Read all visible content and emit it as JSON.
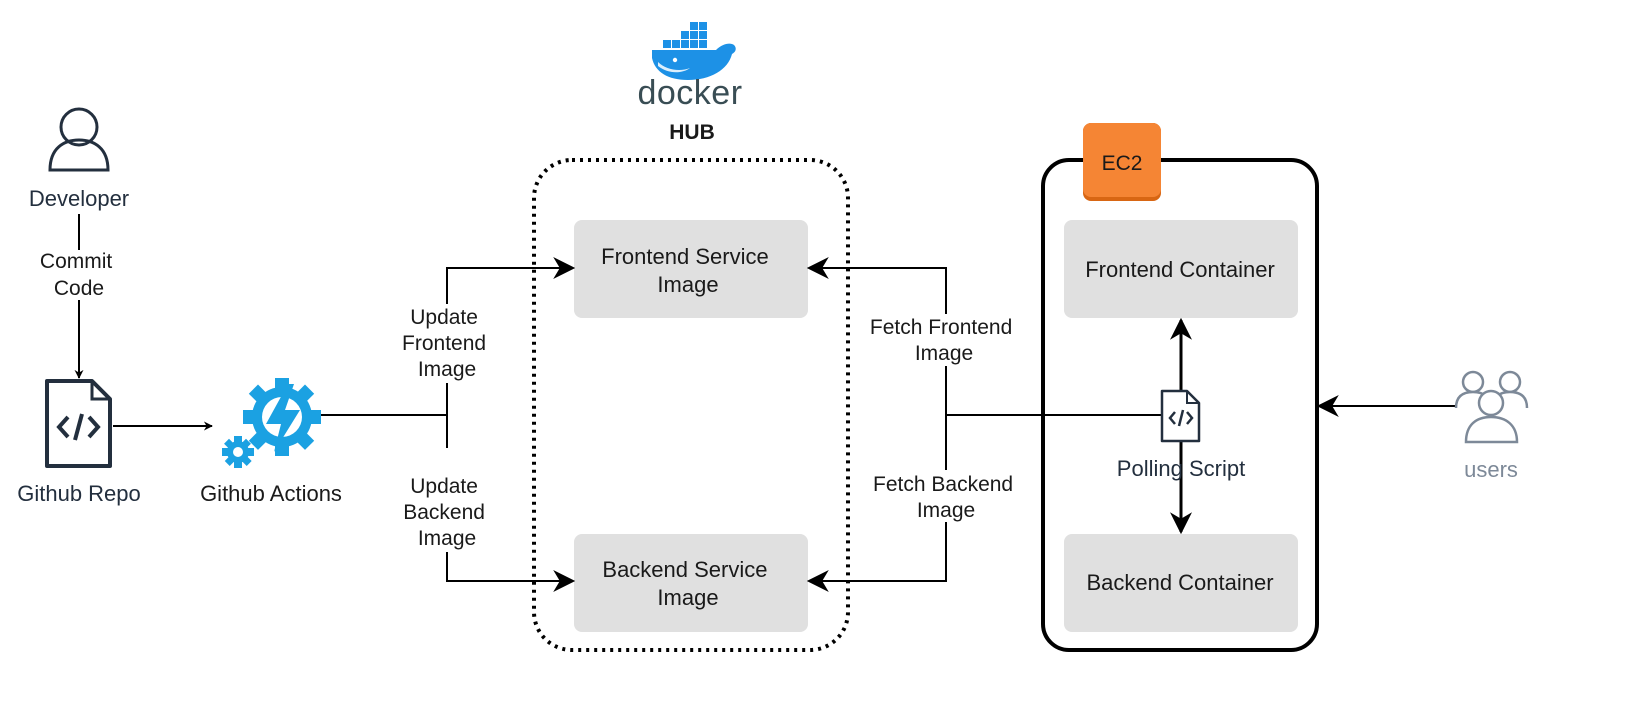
{
  "docker": {
    "brand": "docker",
    "hub_label": "HUB"
  },
  "developer": {
    "label": "Developer"
  },
  "commit_code": {
    "line1": "Commit",
    "line2": "Code"
  },
  "github_repo": {
    "label": "Github Repo"
  },
  "github_actions": {
    "label": "Github Actions"
  },
  "update_frontend": {
    "line1": "Update",
    "line2": "Frontend",
    "line3": "Image"
  },
  "update_backend": {
    "line1": "Update",
    "line2": "Backend",
    "line3": "Image"
  },
  "frontend_image": {
    "line1": "Frontend Service",
    "line2": "Image"
  },
  "backend_image": {
    "line1": "Backend Service",
    "line2": "Image"
  },
  "fetch_frontend": {
    "line1": "Fetch Frontend",
    "line2": "Image"
  },
  "fetch_backend": {
    "line1": "Fetch Backend",
    "line2": "Image"
  },
  "ec2": {
    "label": "EC2"
  },
  "frontend_container": {
    "label": "Frontend Container"
  },
  "backend_container": {
    "label": "Backend Container"
  },
  "polling_script": {
    "label": "Polling Script"
  },
  "users": {
    "label": "users"
  },
  "colors": {
    "docker_blue": "#1d91e6",
    "docker_text": "#394d54",
    "actions_blue": "#1ba1e2",
    "ec2_orange": "#f58534",
    "box_grey": "#e0e0e0",
    "slate": "#232f3e",
    "user_grey": "#7d8998"
  },
  "icons": [
    "docker-whale-icon",
    "developer-icon",
    "code-file-icon",
    "github-actions-gear-icon",
    "script-file-icon",
    "users-icon"
  ]
}
